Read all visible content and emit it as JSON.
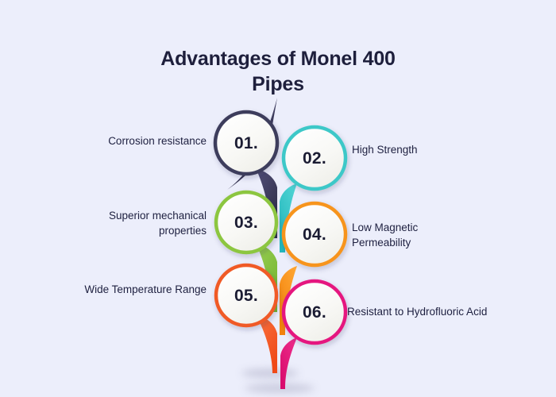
{
  "title": "Advantages of Monel 400 Pipes",
  "background_color": "#eceefb",
  "title_color": "#1e1f3c",
  "items": [
    {
      "number": "01.",
      "label": "Corrosion resistance",
      "color": "#3d3c5c",
      "side": "left"
    },
    {
      "number": "02.",
      "label": "High Strength",
      "color": "#3dc8c8",
      "side": "right"
    },
    {
      "number": "03.",
      "label": "Superior mechanical properties",
      "color": "#8cc63f",
      "side": "left"
    },
    {
      "number": "04.",
      "label": "Low Magnetic Permeability",
      "color": "#f7941e",
      "side": "right"
    },
    {
      "number": "05.",
      "label": "Wide Temperature Range",
      "color": "#f05a28",
      "side": "left"
    },
    {
      "number": "06.",
      "label": "Resistant to Hydrofluoric Acid",
      "color": "#e5197f",
      "side": "right"
    }
  ]
}
